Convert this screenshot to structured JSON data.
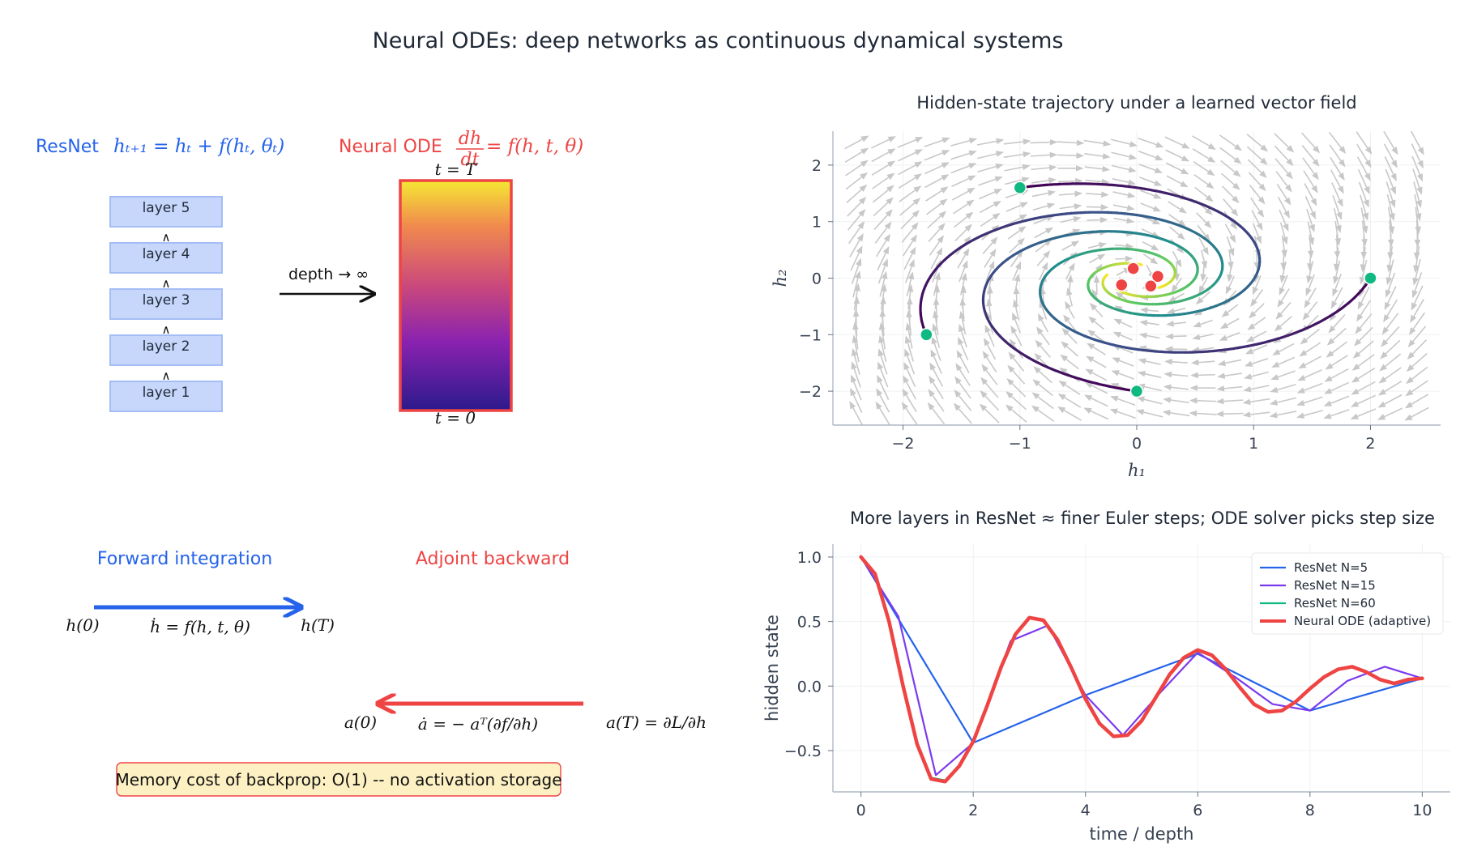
{
  "title": "Neural ODEs:  deep networks as continuous dynamical systems",
  "schematic": {
    "resnet_name": "ResNet",
    "resnet_eq": "hₜ₊₁ = hₜ + f(hₜ, θₜ)",
    "node_name": "Neural ODE",
    "node_eq_frac_num": "dh",
    "node_eq_frac_den": "dt",
    "node_eq_rhs": "= f(h, t, θ)",
    "layers": [
      "layer 1",
      "layer 2",
      "layer 3",
      "layer 4",
      "layer 5"
    ],
    "layer_arrow": "∧",
    "depth_label": "depth → ∞",
    "t_top": "t = T",
    "t_bottom": "t = 0",
    "forward_title": "Forward integration",
    "adjoint_title": "Adjoint backward",
    "h0": "h(0)",
    "hT": "h(T)",
    "h_dot_eq": "ḣ = f(h, t, θ)",
    "a0": "a(0)",
    "a_dot_eq": "ȧ = − aᵀ(∂f/∂h)",
    "aT": "a(T) = ∂L/∂h",
    "memory_note": "Memory cost of backprop:  O(1) -- no activation storage"
  },
  "colors": {
    "resnet_blue": "#2563eb",
    "node_red": "#ef4444",
    "layer_fill": "#c7d7fb",
    "layer_stroke": "#a5bdf5",
    "start_point": "#10b981",
    "end_point": "#ef4444",
    "note_fill": "#fdf1c4",
    "arrow_gray": "#c8c8c8"
  },
  "chart_data": [
    {
      "type": "quiver+line",
      "title": "Hidden-state trajectory under a learned vector field",
      "xlabel": "h₁",
      "ylabel": "h₂",
      "xlim": [
        -2.6,
        2.6
      ],
      "ylim": [
        -2.6,
        2.6
      ],
      "xticks": [
        -2,
        -1,
        0,
        1,
        2
      ],
      "yticks": [
        -2,
        -1,
        0,
        1,
        2
      ],
      "xtick_labels": [
        "−2",
        "−1",
        "0",
        "1",
        "2"
      ],
      "ytick_labels": [
        "−2",
        "−1",
        "0",
        "1",
        "2"
      ],
      "grid": true,
      "vector_field": "spiral sink: dh₁ = −0.3h₁ + 1.0h₂, dh₂ = −1.0h₁ − 0.3h₂",
      "trajectory_starts": [
        [
          2,
          0
        ],
        [
          -1,
          1.6
        ],
        [
          -1.8,
          -1
        ],
        [
          0,
          -2
        ]
      ],
      "trajectory_ends": [
        [
          -0.03,
          0.17
        ],
        [
          0.18,
          0.03
        ],
        [
          -0.13,
          -0.12
        ],
        [
          0.12,
          -0.14
        ]
      ],
      "colormap": "viridis"
    },
    {
      "type": "line",
      "title": "More layers in ResNet ≈ finer Euler steps; ODE solver picks step size",
      "xlabel": "time / depth",
      "ylabel": "hidden state",
      "xlim": [
        -0.5,
        10.5
      ],
      "ylim": [
        -0.82,
        1.1
      ],
      "xticks": [
        0,
        2,
        4,
        6,
        8,
        10
      ],
      "yticks": [
        -0.5,
        0.0,
        0.5,
        1.0
      ],
      "xtick_labels": [
        "0",
        "2",
        "4",
        "6",
        "8",
        "10"
      ],
      "ytick_labels": [
        "−0.5",
        "0.0",
        "0.5",
        "1.0"
      ],
      "grid": true,
      "legend_position": "top-right",
      "series": [
        {
          "name": "ResNet  N=5",
          "color": "#2563eb",
          "x": [
            0,
            2,
            4,
            6,
            8,
            10
          ],
          "y": [
            1.0,
            -0.44,
            -0.07,
            0.25,
            -0.19,
            0.06
          ]
        },
        {
          "name": "ResNet  N=15",
          "color": "#7c3aed",
          "x": [
            0,
            0.667,
            1.333,
            2.0,
            2.667,
            3.333,
            4.0,
            4.667,
            5.333,
            6.0,
            6.667,
            7.333,
            8.0,
            8.667,
            9.333,
            10.0
          ],
          "y": [
            1.0,
            0.54,
            -0.69,
            -0.44,
            0.35,
            0.47,
            -0.07,
            -0.38,
            -0.05,
            0.26,
            0.07,
            -0.14,
            -0.19,
            0.04,
            0.15,
            0.06
          ]
        },
        {
          "name": "ResNet  N=60",
          "color": "#10b981",
          "x": [
            0,
            0.25,
            0.5,
            0.75,
            1.0,
            1.25,
            1.5,
            1.75,
            2.0,
            2.25,
            2.5,
            2.75,
            3.0,
            3.25,
            3.5,
            3.75,
            4.0,
            4.25,
            4.5,
            4.75,
            5.0,
            5.25,
            5.5,
            5.75,
            6.0,
            6.25,
            6.5,
            6.75,
            7.0,
            7.25,
            7.5,
            7.75,
            8.0,
            8.25,
            8.5,
            8.75,
            9.0,
            9.25,
            9.5,
            9.75,
            10.0
          ],
          "y": [
            1.0,
            0.86,
            0.49,
            0.0,
            -0.45,
            -0.71,
            -0.73,
            -0.62,
            -0.43,
            -0.15,
            0.15,
            0.4,
            0.53,
            0.51,
            0.36,
            0.14,
            -0.1,
            -0.29,
            -0.39,
            -0.38,
            -0.27,
            -0.09,
            0.09,
            0.22,
            0.27,
            0.24,
            0.13,
            -0.01,
            -0.14,
            -0.2,
            -0.19,
            -0.12,
            -0.02,
            0.07,
            0.13,
            0.15,
            0.11,
            0.05,
            0.02,
            0.05,
            0.06
          ]
        },
        {
          "name": "Neural ODE  (adaptive)",
          "color": "#ef4444",
          "x": [
            0,
            0.25,
            0.5,
            0.75,
            1.0,
            1.25,
            1.5,
            1.75,
            2.0,
            2.25,
            2.5,
            2.75,
            3.0,
            3.25,
            3.5,
            3.75,
            4.0,
            4.25,
            4.5,
            4.75,
            5.0,
            5.25,
            5.5,
            5.75,
            6.0,
            6.25,
            6.5,
            6.75,
            7.0,
            7.25,
            7.5,
            7.75,
            8.0,
            8.25,
            8.5,
            8.75,
            9.0,
            9.25,
            9.5,
            9.75,
            10.0
          ],
          "y": [
            1.0,
            0.87,
            0.5,
            0.0,
            -0.45,
            -0.72,
            -0.74,
            -0.62,
            -0.43,
            -0.15,
            0.15,
            0.4,
            0.53,
            0.51,
            0.36,
            0.14,
            -0.1,
            -0.29,
            -0.39,
            -0.38,
            -0.27,
            -0.09,
            0.09,
            0.22,
            0.28,
            0.24,
            0.13,
            -0.01,
            -0.14,
            -0.2,
            -0.19,
            -0.12,
            -0.02,
            0.07,
            0.13,
            0.15,
            0.11,
            0.05,
            0.02,
            0.05,
            0.06
          ]
        }
      ]
    }
  ]
}
